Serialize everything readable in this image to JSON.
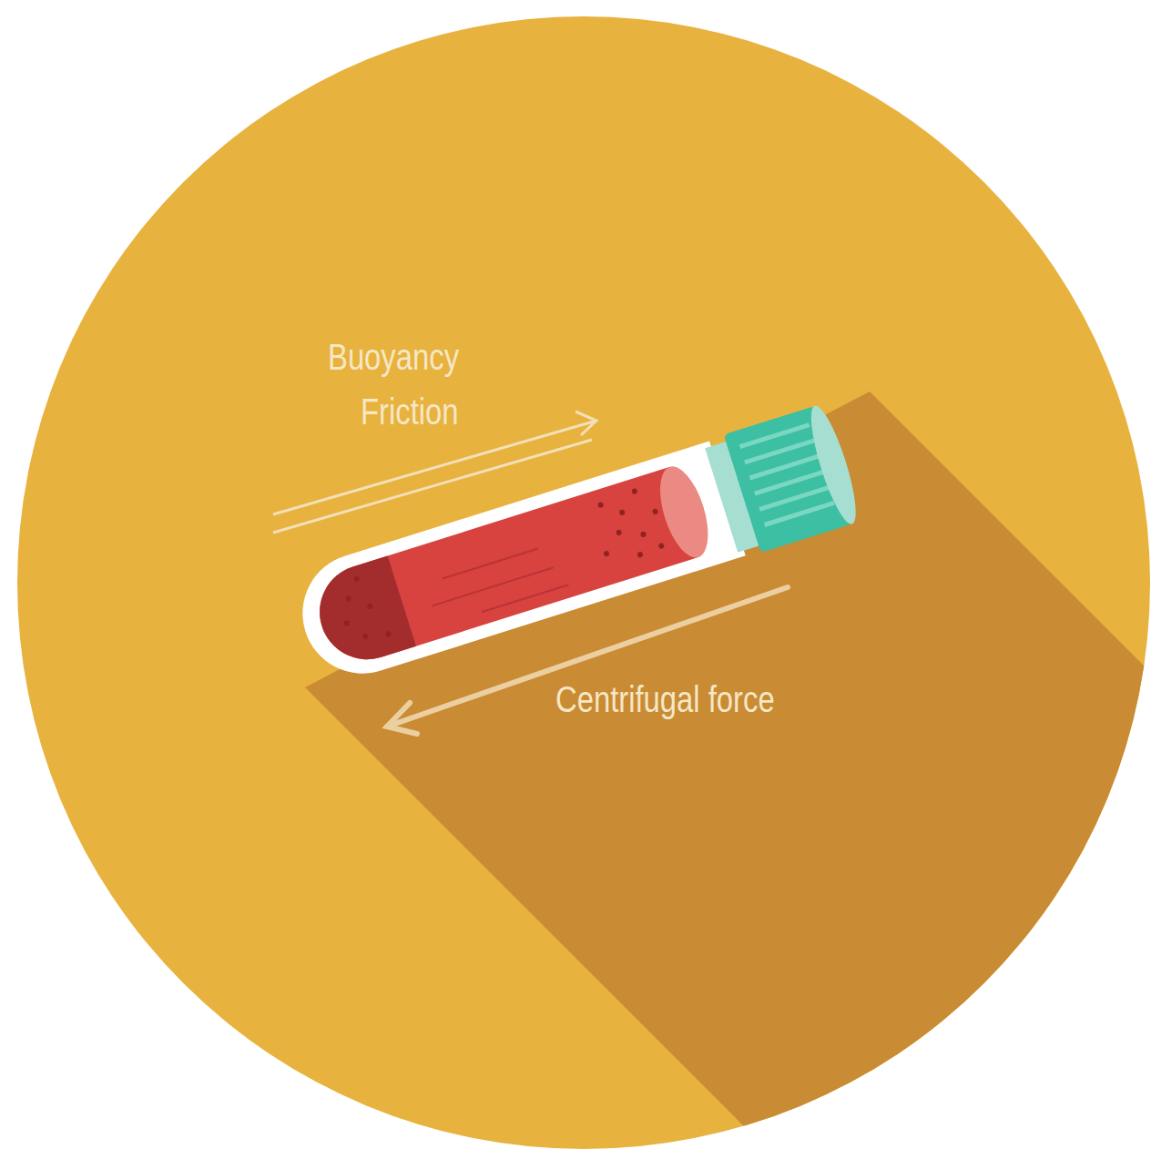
{
  "diagram": {
    "labels": [
      "Buoyancy",
      "Friction",
      "Centrifugal force"
    ]
  }
}
